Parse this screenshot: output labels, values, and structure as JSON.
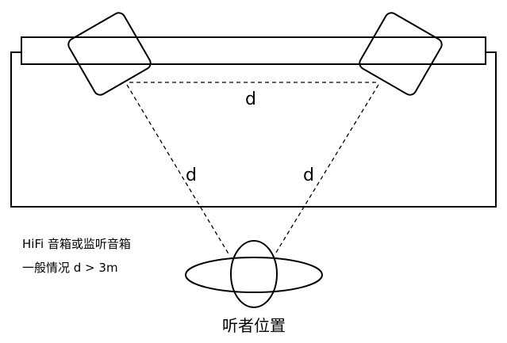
{
  "diagram": {
    "distance_label": "d",
    "note_line1": "HiFi 音箱或监听音箱",
    "note_line2": "一般情况 d > 3m",
    "listener_label": "听者位置",
    "colors": {
      "line": "#000000",
      "fill": "#ffffff"
    }
  }
}
